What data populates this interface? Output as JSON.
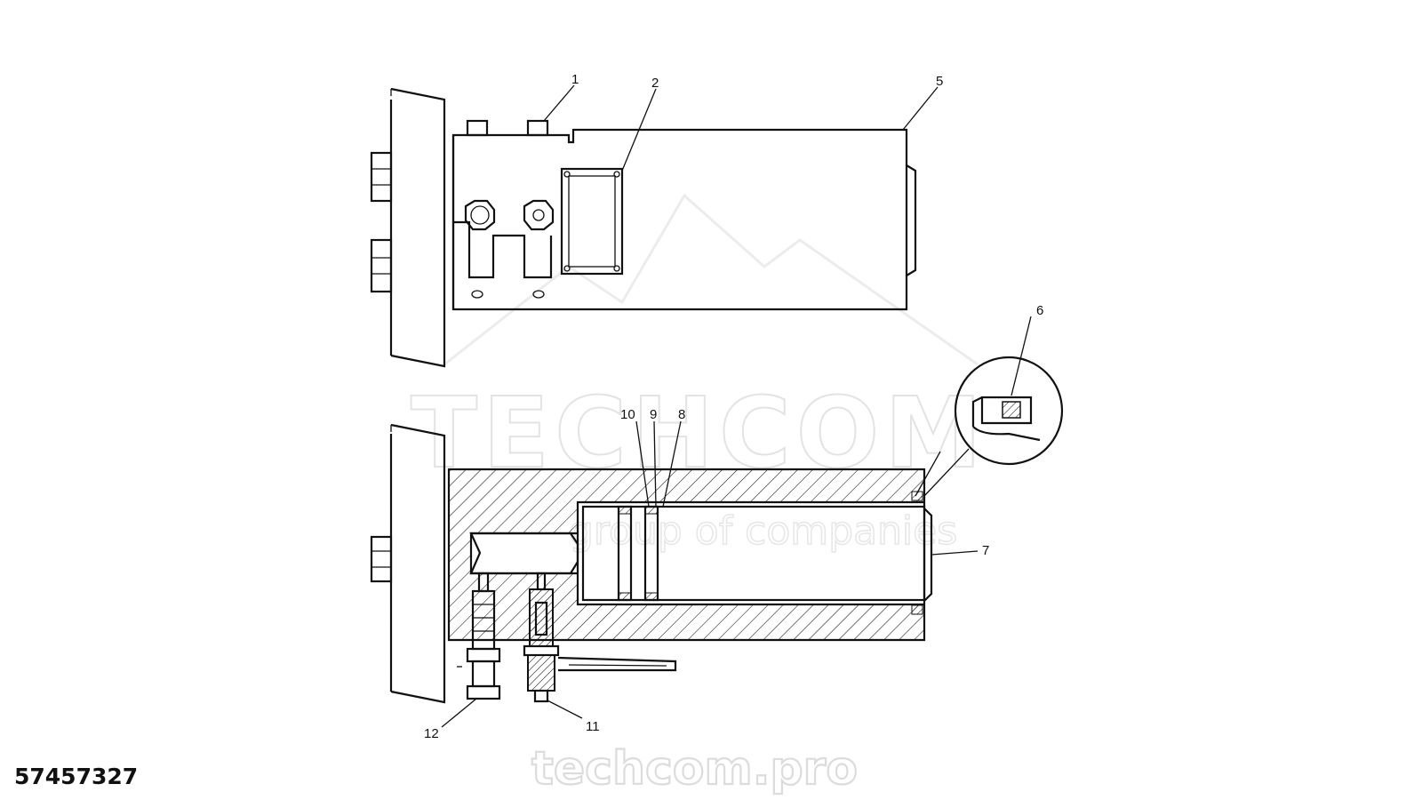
{
  "document": {
    "part_number": "57457327"
  },
  "watermark": {
    "brand": "TECHCOM",
    "tagline": "group of companies",
    "site": "techcom.pro"
  },
  "callouts": [
    {
      "id": "1",
      "label": "1"
    },
    {
      "id": "2",
      "label": "2"
    },
    {
      "id": "5",
      "label": "5"
    },
    {
      "id": "6",
      "label": "6"
    },
    {
      "id": "7",
      "label": "7"
    },
    {
      "id": "8",
      "label": "8"
    },
    {
      "id": "9",
      "label": "9"
    },
    {
      "id": "10",
      "label": "10"
    },
    {
      "id": "11",
      "label": "11"
    },
    {
      "id": "12",
      "label": "12"
    }
  ]
}
